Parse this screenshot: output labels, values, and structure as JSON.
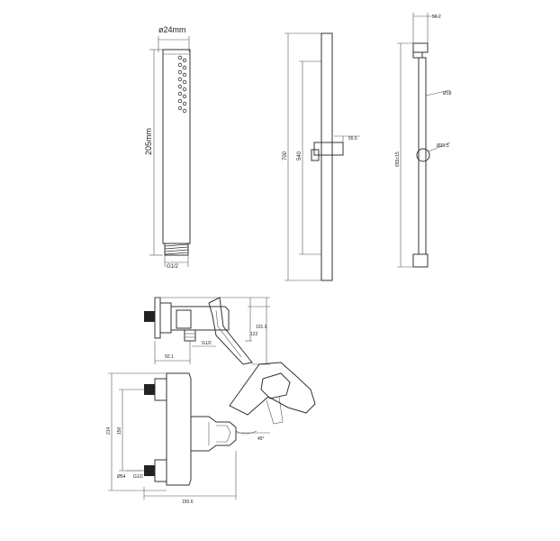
{
  "handshower": {
    "diameter": "ø24mm",
    "length": "205mm",
    "thread": "G1/2"
  },
  "slide_rail": {
    "overall_length": "700",
    "bar_length": "540",
    "slider_offset": "55.5"
  },
  "rail_side": {
    "bracket_depth": "56.2",
    "rod_diameter": "Ø18",
    "knob_diameter": "Ø31.5",
    "fixing_centres": "655±15"
  },
  "mixer_top": {
    "height": "101.9",
    "total_height": "122",
    "depth": "50.1",
    "thread": "G1/2"
  },
  "mixer_front": {
    "height": "214",
    "centres": "150",
    "escutcheon": "Ø54",
    "thread": "G1/2",
    "width": "150.6",
    "angle": "45°"
  }
}
